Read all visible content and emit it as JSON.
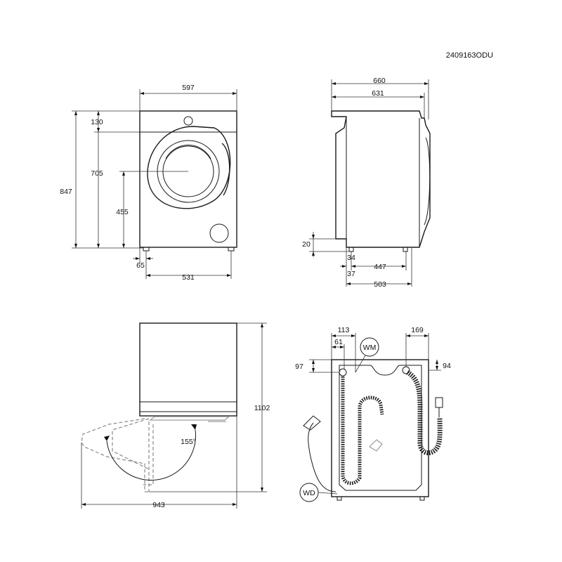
{
  "drawing_code": "2409163ODU",
  "front_view": {
    "width": "597",
    "height_total": "847",
    "top_panel": "130",
    "door_center": "705",
    "door_bottom": "455",
    "foot_offset": "65",
    "foot_spacing": "531"
  },
  "side_view": {
    "depth_total": "660",
    "depth_body": "631",
    "foot_height": "20",
    "foot_offset": "34",
    "foot_spacing": "447",
    "foot_front": "37",
    "depth_feet": "503"
  },
  "door_open_view": {
    "height": "1102",
    "depth_open": "943",
    "angle": "155°"
  },
  "rear_view": {
    "inlet_x": "113",
    "drain_x": "61",
    "inlet_right_x": "169",
    "drain_y": "97",
    "inlet_y": "94",
    "label_wm": "WM",
    "label_wd": "WD"
  }
}
